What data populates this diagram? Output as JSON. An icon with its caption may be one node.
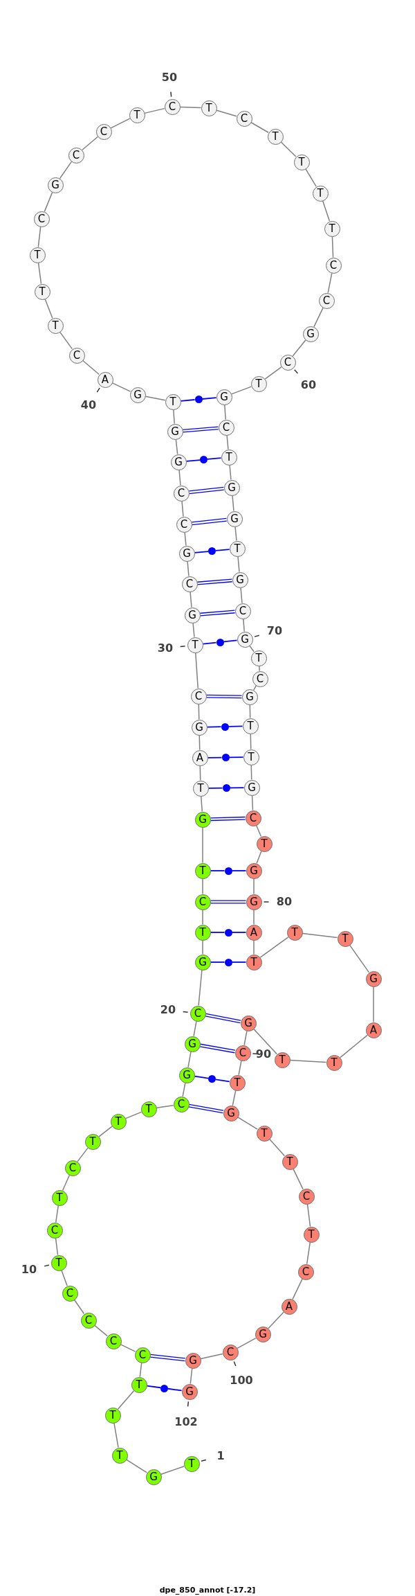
{
  "diagram": {
    "caption": "dpe_850_annot [-17.2]",
    "nodes": [
      {
        "text": [
          "T"
        ],
        "beside": [
          "1"
        ]
      },
      {
        "text": [
          "G"
        ]
      },
      {
        "text": [
          "T"
        ]
      },
      {
        "text": [
          "T"
        ]
      },
      {
        "text": [
          "T"
        ]
      },
      {
        "text": [
          "C"
        ]
      },
      {
        "text": [
          "C"
        ]
      },
      {
        "text": [
          "C"
        ]
      },
      {
        "text": [
          "C"
        ]
      },
      {
        "text": [
          "T"
        ],
        "beside": [
          "10"
        ]
      },
      {
        "text": [
          "C"
        ]
      },
      {
        "text": [
          "T"
        ]
      },
      {
        "text": [
          "C"
        ]
      },
      {
        "text": [
          "T"
        ]
      },
      {
        "text": [
          "T"
        ]
      },
      {
        "text": [
          "T"
        ]
      },
      {
        "text": [
          "C"
        ]
      },
      {
        "text": [
          "G"
        ]
      },
      {
        "text": [
          "G"
        ]
      },
      {
        "text": [
          "C"
        ],
        "beside": [
          "20"
        ]
      },
      {
        "text": [
          "G"
        ]
      },
      {
        "text": [
          "T"
        ]
      },
      {
        "text": [
          "C"
        ]
      },
      {
        "text": [
          "T"
        ]
      },
      {
        "text": [
          "G"
        ]
      },
      {
        "text": [
          "T"
        ]
      },
      {
        "text": [
          "A"
        ]
      },
      {
        "text": [
          "G"
        ]
      },
      {
        "text": [
          "C"
        ]
      },
      {
        "text": [
          "T"
        ],
        "beside": [
          "30"
        ]
      },
      {
        "text": [
          "G"
        ]
      },
      {
        "text": [
          "C"
        ]
      },
      {
        "text": [
          "G"
        ]
      },
      {
        "text": [
          "C"
        ]
      },
      {
        "text": [
          "C"
        ]
      },
      {
        "text": [
          "G"
        ]
      },
      {
        "text": [
          "G"
        ]
      },
      {
        "text": [
          "T"
        ]
      },
      {
        "text": [
          "G"
        ]
      },
      {
        "text": [
          "A"
        ],
        "beside": [
          "40"
        ]
      },
      {
        "text": [
          "C"
        ]
      },
      {
        "text": [
          "T"
        ]
      },
      {
        "text": [
          "T"
        ]
      },
      {
        "text": [
          "T"
        ]
      },
      {
        "text": [
          "C"
        ]
      },
      {
        "text": [
          "G"
        ]
      },
      {
        "text": [
          "C"
        ]
      },
      {
        "text": [
          "C"
        ]
      },
      {
        "text": [
          "T"
        ]
      },
      {
        "text": [
          "C"
        ],
        "beside": [
          "50"
        ]
      },
      {
        "text": [
          "T"
        ]
      },
      {
        "text": [
          "C"
        ]
      },
      {
        "text": [
          "T"
        ]
      },
      {
        "text": [
          "T"
        ]
      },
      {
        "text": [
          "T"
        ]
      },
      {
        "text": [
          "T"
        ]
      },
      {
        "text": [
          "C"
        ]
      },
      {
        "text": [
          "C"
        ]
      },
      {
        "text": [
          "G"
        ]
      },
      {
        "text": [
          "C"
        ],
        "beside": [
          "60"
        ]
      },
      {
        "text": [
          "T"
        ]
      },
      {
        "text": [
          "G"
        ]
      },
      {
        "text": [
          "C"
        ]
      },
      {
        "text": [
          "T"
        ]
      },
      {
        "text": [
          "G"
        ]
      },
      {
        "text": [
          "G"
        ]
      },
      {
        "text": [
          "T"
        ]
      },
      {
        "text": [
          "G"
        ]
      },
      {
        "text": [
          "C"
        ]
      },
      {
        "text": [
          "G"
        ],
        "beside": [
          "70"
        ]
      },
      {
        "text": [
          "T"
        ]
      },
      {
        "text": [
          "C"
        ]
      },
      {
        "text": [
          "G"
        ]
      },
      {
        "text": [
          "T"
        ]
      },
      {
        "text": [
          "T"
        ]
      },
      {
        "text": [
          "G"
        ]
      },
      {
        "text": [
          "C"
        ]
      },
      {
        "text": [
          "T"
        ]
      },
      {
        "text": [
          "G"
        ]
      },
      {
        "text": [
          "G"
        ],
        "beside": [
          "80"
        ]
      },
      {
        "text": [
          "A"
        ]
      },
      {
        "text": [
          "T"
        ]
      },
      {
        "text": [
          "T"
        ]
      },
      {
        "text": [
          "T"
        ]
      },
      {
        "text": [
          "G"
        ]
      },
      {
        "text": [
          "A"
        ]
      },
      {
        "text": [
          "T"
        ]
      },
      {
        "text": [
          "T"
        ]
      },
      {
        "text": [
          "G"
        ]
      },
      {
        "text": [
          "C"
        ],
        "beside": [
          "90"
        ]
      },
      {
        "text": [
          "T"
        ]
      },
      {
        "text": [
          "G"
        ]
      },
      {
        "text": [
          "T"
        ]
      },
      {
        "text": [
          "T"
        ]
      },
      {
        "text": [
          "C"
        ]
      },
      {
        "text": [
          "T"
        ]
      },
      {
        "text": [
          "C"
        ]
      },
      {
        "text": [
          "A"
        ]
      },
      {
        "text": [
          "G"
        ]
      },
      {
        "text": [
          "C"
        ],
        "beside": [
          "100"
        ]
      },
      {
        "text": [
          "G"
        ]
      },
      {
        "text": [
          "G"
        ],
        "beside": [
          "102"
        ]
      },
      {
        "text": [],
        "shape": "circle"
      },
      {
        "text": [],
        "shape": "circle"
      },
      {
        "text": [],
        "shape": "circle"
      },
      {
        "text": [],
        "shape": "circle"
      },
      {
        "text": [],
        "shape": "circle"
      },
      {
        "text": [],
        "shape": "circle"
      },
      {
        "text": [],
        "shape": "circle"
      },
      {
        "text": [],
        "shape": "circle"
      },
      {
        "text": [],
        "shape": "circle"
      },
      {
        "text": [],
        "shape": "circle"
      },
      {
        "text": [],
        "shape": "circle"
      },
      {
        "text": [],
        "shape": "circle"
      }
    ],
    "edges": [
      {
        "from": 0,
        "to": 1,
        "arrow": "none"
      },
      {
        "from": 1,
        "to": 2,
        "arrow": "none"
      },
      {
        "from": 2,
        "to": 3,
        "arrow": "none"
      },
      {
        "from": 3,
        "to": 4,
        "arrow": "none"
      },
      {
        "from": 4,
        "to": 5,
        "arrow": "none"
      },
      {
        "from": 5,
        "to": 6,
        "arrow": "none"
      },
      {
        "from": 6,
        "to": 7,
        "arrow": "none"
      },
      {
        "from": 7,
        "to": 8,
        "arrow": "none"
      },
      {
        "from": 8,
        "to": 9,
        "arrow": "none"
      },
      {
        "from": 9,
        "to": 10,
        "arrow": "none"
      },
      {
        "from": 10,
        "to": 11,
        "arrow": "none"
      },
      {
        "from": 11,
        "to": 12,
        "arrow": "none"
      },
      {
        "from": 12,
        "to": 13,
        "arrow": "none"
      },
      {
        "from": 13,
        "to": 14,
        "arrow": "none"
      },
      {
        "from": 14,
        "to": 15,
        "arrow": "none"
      },
      {
        "from": 15,
        "to": 16,
        "arrow": "none"
      },
      {
        "from": 16,
        "to": 17,
        "arrow": "none"
      },
      {
        "from": 17,
        "to": 18,
        "arrow": "none"
      },
      {
        "from": 18,
        "to": 19,
        "arrow": "none"
      },
      {
        "from": 19,
        "to": 20,
        "arrow": "none"
      },
      {
        "from": 20,
        "to": 21,
        "arrow": "none"
      },
      {
        "from": 21,
        "to": 22,
        "arrow": "none"
      },
      {
        "from": 22,
        "to": 23,
        "arrow": "none"
      },
      {
        "from": 23,
        "to": 24,
        "arrow": "none"
      },
      {
        "from": 24,
        "to": 25,
        "arrow": "none"
      },
      {
        "from": 25,
        "to": 26,
        "arrow": "none"
      },
      {
        "from": 26,
        "to": 27,
        "arrow": "none"
      },
      {
        "from": 27,
        "to": 28,
        "arrow": "none"
      },
      {
        "from": 28,
        "to": 29,
        "arrow": "none"
      },
      {
        "from": 29,
        "to": 30,
        "arrow": "none"
      },
      {
        "from": 30,
        "to": 31,
        "arrow": "none"
      },
      {
        "from": 31,
        "to": 32,
        "arrow": "none"
      },
      {
        "from": 32,
        "to": 33,
        "arrow": "none"
      },
      {
        "from": 33,
        "to": 34,
        "arrow": "none"
      },
      {
        "from": 34,
        "to": 35,
        "arrow": "none"
      },
      {
        "from": 35,
        "to": 36,
        "arrow": "none"
      },
      {
        "from": 36,
        "to": 37,
        "arrow": "none"
      },
      {
        "from": 37,
        "to": 38,
        "arrow": "none"
      },
      {
        "from": 38,
        "to": 39,
        "arrow": "none"
      },
      {
        "from": 39,
        "to": 40,
        "arrow": "none"
      },
      {
        "from": 40,
        "to": 41,
        "arrow": "none"
      },
      {
        "from": 41,
        "to": 42,
        "arrow": "none"
      },
      {
        "from": 42,
        "to": 43,
        "arrow": "none"
      },
      {
        "from": 43,
        "to": 44,
        "arrow": "none"
      },
      {
        "from": 44,
        "to": 45,
        "arrow": "none"
      },
      {
        "from": 45,
        "to": 46,
        "arrow": "none"
      },
      {
        "from": 46,
        "to": 47,
        "arrow": "none"
      },
      {
        "from": 47,
        "to": 48,
        "arrow": "none"
      },
      {
        "from": 48,
        "to": 49,
        "arrow": "none"
      },
      {
        "from": 49,
        "to": 50,
        "arrow": "none"
      },
      {
        "from": 50,
        "to": 51,
        "arrow": "none"
      },
      {
        "from": 51,
        "to": 52,
        "arrow": "none"
      },
      {
        "from": 52,
        "to": 53,
        "arrow": "none"
      },
      {
        "from": 53,
        "to": 54,
        "arrow": "none"
      },
      {
        "from": 54,
        "to": 55,
        "arrow": "none"
      },
      {
        "from": 55,
        "to": 56,
        "arrow": "none"
      },
      {
        "from": 56,
        "to": 57,
        "arrow": "none"
      },
      {
        "from": 57,
        "to": 58,
        "arrow": "none"
      },
      {
        "from": 58,
        "to": 59,
        "arrow": "none"
      },
      {
        "from": 59,
        "to": 60,
        "arrow": "none"
      },
      {
        "from": 60,
        "to": 61,
        "arrow": "none"
      },
      {
        "from": 61,
        "to": 62,
        "arrow": "none"
      },
      {
        "from": 62,
        "to": 63,
        "arrow": "none"
      },
      {
        "from": 63,
        "to": 64,
        "arrow": "none"
      },
      {
        "from": 64,
        "to": 65,
        "arrow": "none"
      },
      {
        "from": 65,
        "to": 66,
        "arrow": "none"
      },
      {
        "from": 66,
        "to": 67,
        "arrow": "none"
      },
      {
        "from": 67,
        "to": 68,
        "arrow": "none"
      },
      {
        "from": 68,
        "to": 69,
        "arrow": "none"
      },
      {
        "from": 69,
        "to": 70,
        "arrow": "none"
      },
      {
        "from": 70,
        "to": 71,
        "arrow": "none"
      },
      {
        "from": 71,
        "to": 72,
        "arrow": "none"
      },
      {
        "from": 72,
        "to": 73,
        "arrow": "none"
      },
      {
        "from": 73,
        "to": 74,
        "arrow": "none"
      },
      {
        "from": 74,
        "to": 75,
        "arrow": "none"
      },
      {
        "from": 75,
        "to": 76,
        "arrow": "none"
      },
      {
        "from": 76,
        "to": 77,
        "arrow": "none"
      },
      {
        "from": 77,
        "to": 78,
        "arrow": "none"
      },
      {
        "from": 78,
        "to": 79,
        "arrow": "none"
      },
      {
        "from": 79,
        "to": 80,
        "arrow": "none"
      },
      {
        "from": 80,
        "to": 81,
        "arrow": "none"
      },
      {
        "from": 81,
        "to": 82,
        "arrow": "none"
      },
      {
        "from": 82,
        "to": 83,
        "arrow": "none"
      },
      {
        "from": 83,
        "to": 84,
        "arrow": "none"
      },
      {
        "from": 84,
        "to": 85,
        "arrow": "none"
      },
      {
        "from": 85,
        "to": 86,
        "arrow": "none"
      },
      {
        "from": 86,
        "to": 87,
        "arrow": "none"
      },
      {
        "from": 87,
        "to": 88,
        "arrow": "none"
      },
      {
        "from": 88,
        "to": 89,
        "arrow": "none"
      },
      {
        "from": 89,
        "to": 90,
        "arrow": "none"
      },
      {
        "from": 90,
        "to": 91,
        "arrow": "none"
      },
      {
        "from": 91,
        "to": 92,
        "arrow": "none"
      },
      {
        "from": 92,
        "to": 93,
        "arrow": "none"
      },
      {
        "from": 93,
        "to": 94,
        "arrow": "none"
      },
      {
        "from": 94,
        "to": 95,
        "arrow": "none"
      },
      {
        "from": 95,
        "to": 96,
        "arrow": "none"
      },
      {
        "from": 96,
        "to": 97,
        "arrow": "none"
      },
      {
        "from": 97,
        "to": 98,
        "arrow": "none"
      },
      {
        "from": 98,
        "to": 99,
        "arrow": "none"
      },
      {
        "from": 99,
        "to": 100,
        "arrow": "none"
      },
      {
        "from": 100,
        "to": 101,
        "arrow": "none"
      },
      {
        "from": 37,
        "to": 102,
        "arrow": "none",
        "color": "#0000ff"
      },
      {
        "from": 102,
        "to": 61,
        "arrow": "none",
        "color": "#0000ff"
      },
      {
        "from": 36,
        "to": 62,
        "arrow": "none",
        "color": "#0000ff"
      },
      {
        "from": 35,
        "to": 103,
        "arrow": "none",
        "color": "#0000ff"
      },
      {
        "from": 103,
        "to": 63,
        "arrow": "none",
        "color": "#0000ff"
      },
      {
        "from": 34,
        "to": 64,
        "arrow": "none",
        "color": "#0000ff"
      },
      {
        "from": 33,
        "to": 65,
        "arrow": "none",
        "color": "#0000ff"
      },
      {
        "from": 32,
        "to": 104,
        "arrow": "none",
        "color": "#0000ff"
      },
      {
        "from": 104,
        "to": 66,
        "arrow": "none",
        "color": "#0000ff"
      },
      {
        "from": 31,
        "to": 67,
        "arrow": "none",
        "color": "#0000ff"
      },
      {
        "from": 30,
        "to": 68,
        "arrow": "none",
        "color": "#0000ff"
      },
      {
        "from": 29,
        "to": 105,
        "arrow": "none",
        "color": "#0000ff"
      },
      {
        "from": 105,
        "to": 69,
        "arrow": "none",
        "color": "#0000ff"
      },
      {
        "from": 28,
        "to": 72,
        "arrow": "none",
        "color": "#0000ff"
      },
      {
        "from": 27,
        "to": 106,
        "arrow": "none",
        "color": "#0000ff"
      },
      {
        "from": 106,
        "to": 73,
        "arrow": "none",
        "color": "#0000ff"
      },
      {
        "from": 26,
        "to": 107,
        "arrow": "none",
        "color": "#0000ff"
      },
      {
        "from": 107,
        "to": 74,
        "arrow": "none",
        "color": "#0000ff"
      },
      {
        "from": 25,
        "to": 108,
        "arrow": "none",
        "color": "#0000ff"
      },
      {
        "from": 108,
        "to": 75,
        "arrow": "none",
        "color": "#0000ff"
      },
      {
        "from": 24,
        "to": 76,
        "arrow": "none",
        "color": "#0000ff"
      },
      {
        "from": 23,
        "to": 109,
        "arrow": "none",
        "color": "#0000ff"
      },
      {
        "from": 109,
        "to": 78,
        "arrow": "none",
        "color": "#0000ff"
      },
      {
        "from": 22,
        "to": 79,
        "arrow": "none",
        "color": "#0000ff"
      },
      {
        "from": 21,
        "to": 110,
        "arrow": "none",
        "color": "#0000ff"
      },
      {
        "from": 110,
        "to": 80,
        "arrow": "none",
        "color": "#0000ff"
      },
      {
        "from": 20,
        "to": 111,
        "arrow": "none",
        "color": "#0000ff"
      },
      {
        "from": 111,
        "to": 81,
        "arrow": "none",
        "color": "#0000ff"
      },
      {
        "from": 19,
        "to": 88,
        "arrow": "none",
        "color": "#0000ff"
      },
      {
        "from": 18,
        "to": 89,
        "arrow": "none",
        "color": "#0000ff"
      },
      {
        "from": 17,
        "to": 112,
        "arrow": "none",
        "color": "#0000ff"
      },
      {
        "from": 112,
        "to": 90,
        "arrow": "none",
        "color": "#0000ff"
      },
      {
        "from": 16,
        "to": 91,
        "arrow": "none",
        "color": "#0000ff"
      },
      {
        "from": 5,
        "to": 100,
        "arrow": "none",
        "color": "#0000ff"
      },
      {
        "from": 4,
        "to": 113,
        "arrow": "none",
        "color": "#0000ff"
      },
      {
        "from": 113,
        "to": 101,
        "arrow": "none",
        "color": "#0000ff"
      }
    ]
  }
}
